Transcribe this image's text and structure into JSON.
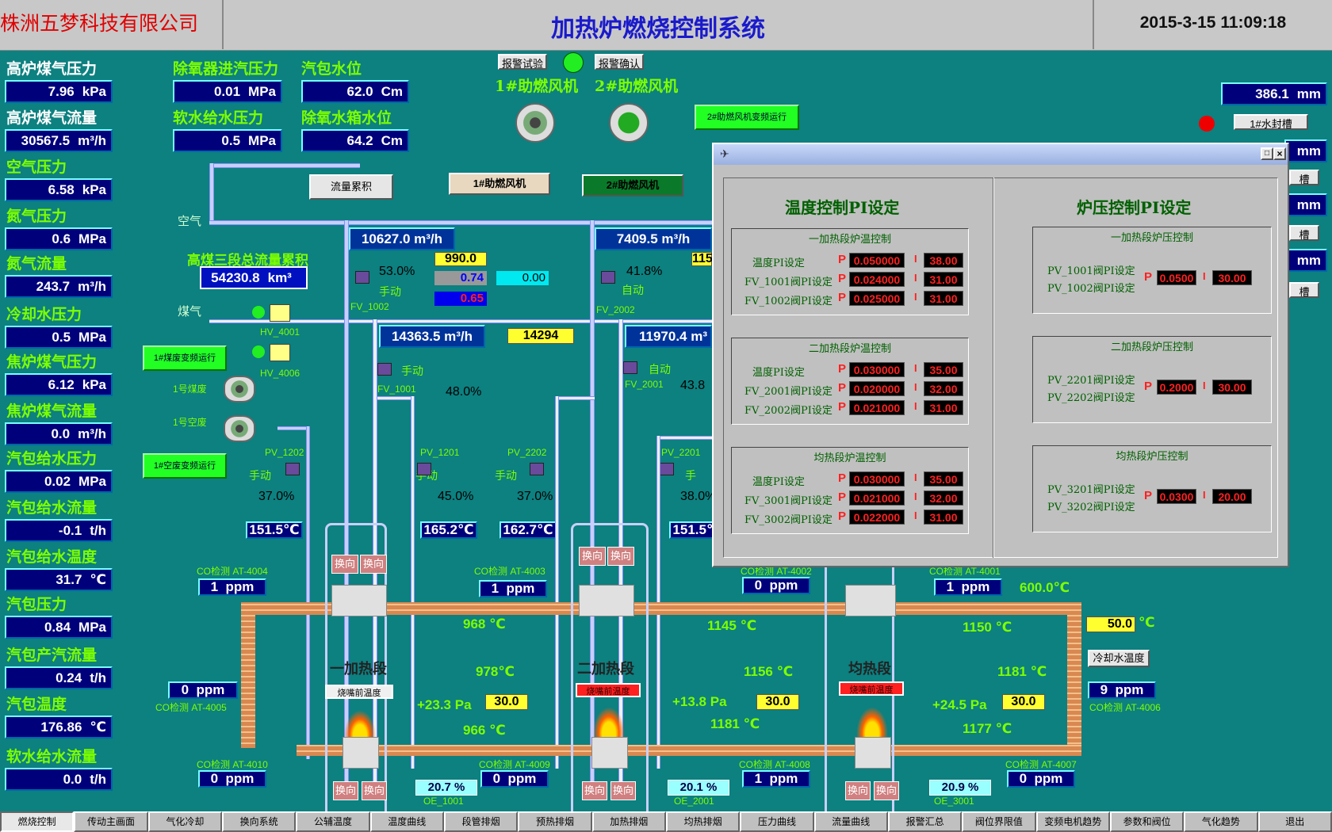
{
  "header": {
    "company": "株洲五梦科技有限公司",
    "title": "加热炉燃烧控制系统",
    "datetime": "2015-3-15 11:09:18"
  },
  "left": [
    {
      "label": "高炉煤气压力",
      "value": "7.96",
      "unit": "kPa",
      "white": true
    },
    {
      "label": "高炉煤气流量",
      "value": "30567.5",
      "unit": "m³/h",
      "white": true
    },
    {
      "label": "空气压力",
      "value": "6.58",
      "unit": "kPa"
    },
    {
      "label": "氮气压力",
      "value": "0.6",
      "unit": "MPa"
    },
    {
      "label": "氮气流量",
      "value": "243.7",
      "unit": "m³/h"
    },
    {
      "label": "冷却水压力",
      "value": "0.5",
      "unit": "MPa"
    },
    {
      "label": "焦炉煤气压力",
      "value": "6.12",
      "unit": "kPa"
    },
    {
      "label": "焦炉煤气流量",
      "value": "0.0",
      "unit": "m³/h"
    },
    {
      "label": "汽包给水压力",
      "value": "0.02",
      "unit": "MPa"
    },
    {
      "label": "汽包给水流量",
      "value": "-0.1",
      "unit": "t/h"
    },
    {
      "label": "汽包给水温度",
      "value": "31.7",
      "unit": "℃"
    },
    {
      "label": "汽包压力",
      "value": "0.84",
      "unit": "MPa"
    },
    {
      "label": "汽包产汽流量",
      "value": "0.24",
      "unit": "t/h"
    },
    {
      "label": "汽包温度",
      "value": "176.86",
      "unit": "℃"
    },
    {
      "label": "软水给水流量",
      "value": "0.0",
      "unit": "t/h"
    }
  ],
  "top": {
    "deox_label": "除氧器进汽压力",
    "deox_value": "0.01",
    "deox_unit": "MPa",
    "drum_label": "汽包水位",
    "drum_value": "62.0",
    "drum_unit": "Cm",
    "soft_label": "软水给水压力",
    "soft_value": "0.5",
    "soft_unit": "MPa",
    "tank_label": "除氧水箱水位",
    "tank_value": "64.2",
    "tank_unit": "Cm",
    "alarm_test": "报警试验",
    "alarm_confirm": "报警确认",
    "fan1": "1#助燃风机",
    "fan2": "2#助燃风机",
    "flow_acc": "流量累积",
    "fan1_btn": "1#助燃风机",
    "fan2_btn": "2#助燃风机",
    "fan2_vfd": "2#助燃风机变频运行",
    "air": "空气",
    "gas": "煤气",
    "gas3_label": "高煤三段总流量累积",
    "gas3_value": "54230.8",
    "gas3_unit": "km³",
    "hv4001": "HV_4001",
    "hv4006": "HV_4006",
    "coal_vfd": "1#煤废变频运行",
    "air_vfd": "1#空废变频运行",
    "coal_fan": "1号煤废",
    "air_fan": "1号空废"
  },
  "right": {
    "level": "386.1",
    "unit": "mm",
    "seal_btn": "1#水封槽",
    "mm2": "mm",
    "mm3": "mm",
    "mm4": "mm",
    "slot": "槽",
    "slot2": "槽",
    "slot3": "槽"
  },
  "z1": {
    "air_flow": "10627.0",
    "gas_flow": "14363.5",
    "yb1": "990.0",
    "gb1": "0.74",
    "rb1": "0.65",
    "cb1": "0.00",
    "yb2": "14294",
    "pct_air": "53.0%",
    "mode_air": "手动",
    "fv_air": "FV_1002",
    "pct_gas": "48.0%",
    "mode_gas": "手动",
    "fv_gas": "FV_1001"
  },
  "z2": {
    "air_flow": "7409.5",
    "gas_flow": "11970.4",
    "yb1": "115",
    "pct_air": "41.8%",
    "mode_air": "自动",
    "fv_air": "FV_2002",
    "pct_gas": "43.8",
    "mode_gas": "自动",
    "fv_gas": "FV_2001"
  },
  "pv": [
    {
      "tag": "PV_1202",
      "mode": "手动",
      "pct": "37.0%",
      "temp": "151.5",
      "tunit": "℃"
    },
    {
      "tag": "PV_1201",
      "mode": "手动",
      "pct": "45.0%",
      "temp": "165.2",
      "tunit": "℃"
    },
    {
      "tag": "PV_2202",
      "mode": "手动",
      "pct": "37.0%",
      "temp": "162.7",
      "tunit": "℃"
    },
    {
      "tag": "PV_2201",
      "mode": "手",
      "pct": "38.0%",
      "temp": "151.5",
      "tunit": "℃"
    }
  ],
  "co": {
    "at4004": "CO检测 AT-4004",
    "v4004": "1",
    "at4003": "CO检测 AT-4003",
    "v4003": "1",
    "at4002": "CO检测 AT-4002",
    "v4002": "0",
    "at4001": "CO检测 AT-4001",
    "v4001": "1",
    "at4005": "CO检测 AT-4005",
    "v4005": "0",
    "at4006": "CO检测 AT-4006",
    "v4006": "9",
    "at4010": "CO检测 AT-4010",
    "v4010": "0",
    "at4009": "CO检测 AT-4009",
    "v4009": "0",
    "at4008": "CO检测 AT-4008",
    "v4008": "1",
    "at4007": "CO检测 AT-4007",
    "v4007": "0",
    "unit": "ppm"
  },
  "furnace": {
    "s1": "一加热段",
    "s2": "二加热段",
    "s3": "均热段",
    "t1a": "968",
    "t1b": "978",
    "t1c": "966",
    "p1": "+23.3 Pa",
    "y1": "30.0",
    "t2a": "1145",
    "t2b": "1156",
    "t2c": "1181",
    "p2": "+13.8 Pa",
    "y2": "30.0",
    "t3a": "1150",
    "t3b": "1181",
    "t3c": "1177",
    "p3": "+24.5 Pa",
    "y3": "30.0",
    "tunit": "℃",
    "t600": "600.0",
    "cool_val": "50.0",
    "cool_unit": "℃",
    "cool_btn": "冷却水温度",
    "pre_temp": "烧嘴前温度",
    "hx": "换向",
    "oe1": "20.7 %",
    "oe1_tag": "OE_1001",
    "oe2": "20.1 %",
    "oe2_tag": "OE_2001",
    "oe3": "20.9 %",
    "oe3_tag": "OE_3001"
  },
  "dialog": {
    "t_title": "温度控制PI设定",
    "p_title": "炉压控制PI设定",
    "t_groups": [
      {
        "title": "一加热段炉温控制",
        "rows": [
          {
            "l": "温度PI设定",
            "p": "0.050000",
            "i": "38.00"
          },
          {
            "l": "FV_1001阀PI设定",
            "p": "0.024000",
            "i": "31.00"
          },
          {
            "l": "FV_1002阀PI设定",
            "p": "0.025000",
            "i": "31.00"
          }
        ]
      },
      {
        "title": "二加热段炉温控制",
        "rows": [
          {
            "l": "温度PI设定",
            "p": "0.030000",
            "i": "35.00"
          },
          {
            "l": "FV_2001阀PI设定",
            "p": "0.020000",
            "i": "32.00"
          },
          {
            "l": "FV_2002阀PI设定",
            "p": "0.021000",
            "i": "31.00"
          }
        ]
      },
      {
        "title": "均热段炉温控制",
        "rows": [
          {
            "l": "温度PI设定",
            "p": "0.030000",
            "i": "35.00"
          },
          {
            "l": "FV_3001阀PI设定",
            "p": "0.021000",
            "i": "32.00"
          },
          {
            "l": "FV_3002阀PI设定",
            "p": "0.022000",
            "i": "31.00"
          }
        ]
      }
    ],
    "p_groups": [
      {
        "title": "一加热段炉压控制",
        "l1": "PV_1001阀PI设定",
        "l2": "PV_1002阀PI设定",
        "p": "0.0500",
        "i": "30.00"
      },
      {
        "title": "二加热段炉压控制",
        "l1": "PV_2201阀PI设定",
        "l2": "PV_2202阀PI设定",
        "p": "0.2000",
        "i": "30.00"
      },
      {
        "title": "均热段炉压控制",
        "l1": "PV_3201阀PI设定",
        "l2": "PV_3202阀PI设定",
        "p": "0.0300",
        "i": "20.00"
      }
    ],
    "p_letter": "P",
    "i_letter": "I"
  },
  "nav": [
    "燃烧控制",
    "传动主画面",
    "气化冷却",
    "换向系统",
    "公辅温度",
    "温度曲线",
    "段管排烟",
    "预热排烟",
    "加热排烟",
    "均热排烟",
    "压力曲线",
    "流量曲线",
    "报警汇总",
    "阀位界限值",
    "变频电机趋势",
    "参数和阀位",
    "气化趋势",
    "退出"
  ]
}
